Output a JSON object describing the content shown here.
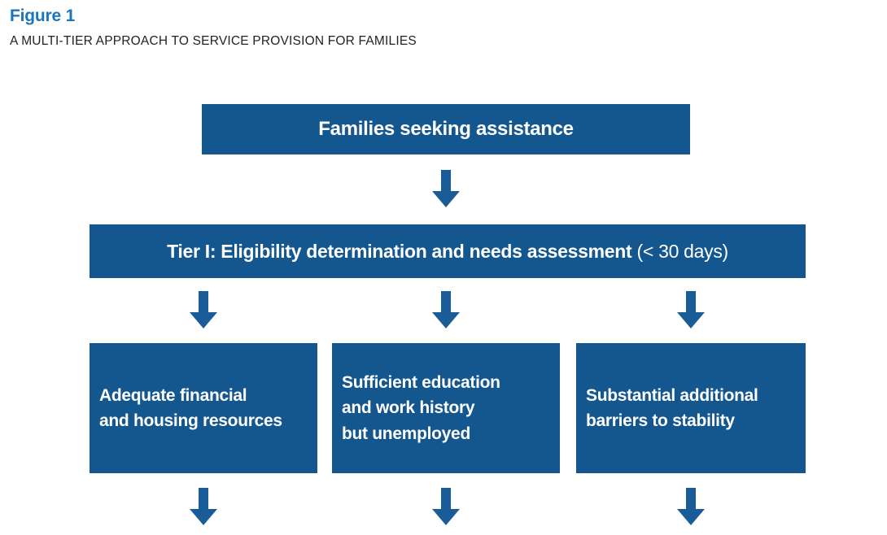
{
  "header": {
    "figure_label": "Figure 1",
    "subtitle": "A MULTI-TIER APPROACH TO SERVICE PROVISION FOR FAMILIES"
  },
  "colors": {
    "box_blue": "#14578f",
    "arrow_blue": "#1a5c97",
    "figure_label_blue": "#1b75bc",
    "subtitle_black": "#231f20",
    "box_text_white": "#ffffff"
  },
  "flowchart": {
    "top_box": {
      "label": "Families seeking assistance"
    },
    "tier1_box": {
      "label_bold": "Tier I: Eligibility determination and needs assessment",
      "label_regular": " (< 30 days)"
    },
    "branches": [
      {
        "label": "Adequate financial and housing resources",
        "lines": [
          "Adequate financial",
          "and housing resources"
        ]
      },
      {
        "label": "Sufficient education and work history but unemployed",
        "lines": [
          "Sufficient education",
          "and work history",
          "but unemployed"
        ]
      },
      {
        "label": "Substantial additional barriers to stability",
        "lines": [
          "Substantial additional",
          "barriers to stability"
        ]
      }
    ],
    "arrow_icon": "down-arrow"
  }
}
